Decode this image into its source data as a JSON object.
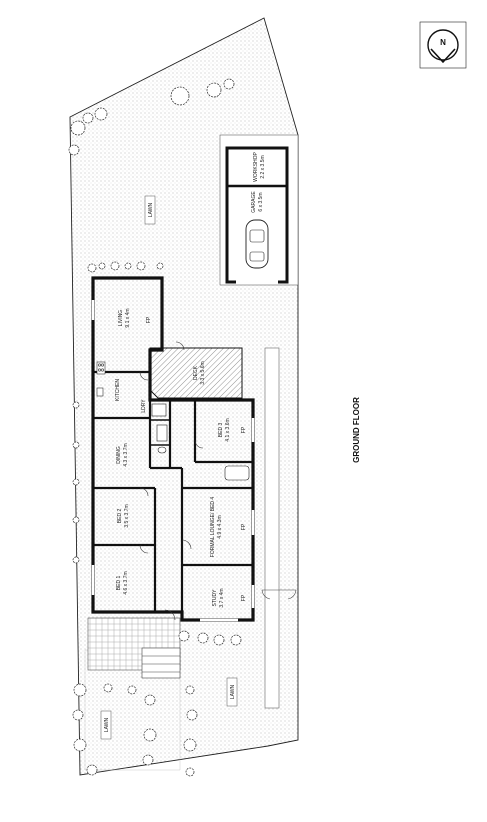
{
  "title": "GROUND FLOOR",
  "north_label": "N",
  "rooms": [
    {
      "key": "living",
      "name": "LIVING",
      "dims": "9.1 x 4m"
    },
    {
      "key": "kitchen",
      "name": "KITCHEN",
      "dims": ""
    },
    {
      "key": "dining",
      "name": "DINING",
      "dims": "4.3 x 3.7m"
    },
    {
      "key": "bed2",
      "name": "BED 2",
      "dims": "3.5 x 3.7m"
    },
    {
      "key": "bed1",
      "name": "BED 1",
      "dims": "4.6 x 3.7m"
    },
    {
      "key": "deck",
      "name": "DECK",
      "dims": "3.3 x 5.6m"
    },
    {
      "key": "bed3",
      "name": "BED 3",
      "dims": "4.1 x 3.6m"
    },
    {
      "key": "formal",
      "name": "FORMAL LOUNGE/ BED 4",
      "dims": "4.9 x 4.3m"
    },
    {
      "key": "study",
      "name": "STUDY",
      "dims": "3.7 x 4m"
    },
    {
      "key": "garage",
      "name": "GARAGE",
      "dims": "6 x 3.5m"
    },
    {
      "key": "workshop",
      "name": "WORKSHOP",
      "dims": "2.2 x 3.5m"
    }
  ],
  "small_labels": {
    "laundry": "LDRY",
    "fireplace": "FP"
  },
  "lawns": [
    "LAWN",
    "LAWN",
    "LAWN"
  ]
}
